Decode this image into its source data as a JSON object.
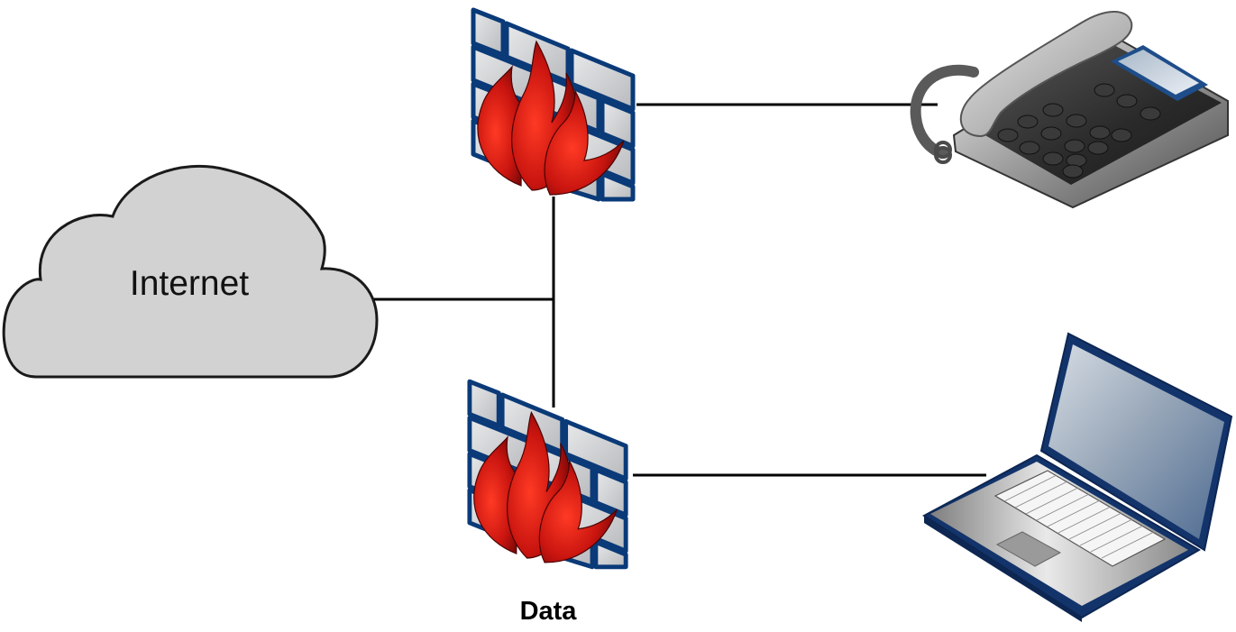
{
  "diagram": {
    "nodes": {
      "internet": {
        "label": "Internet",
        "icon": "cloud-icon"
      },
      "firewall_top": {
        "icon": "firewall-icon",
        "label": ""
      },
      "firewall_bottom": {
        "icon": "firewall-icon",
        "label": "Data"
      },
      "phone": {
        "icon": "phone-icon"
      },
      "laptop": {
        "icon": "laptop-icon"
      }
    },
    "connections": [
      {
        "from": "internet",
        "to": "firewall_top"
      },
      {
        "from": "internet",
        "to": "firewall_bottom"
      },
      {
        "from": "firewall_top",
        "to": "phone"
      },
      {
        "from": "firewall_bottom",
        "to": "laptop"
      }
    ],
    "colors": {
      "cloud_fill": "#d2d2d2",
      "line": "#000000",
      "brick_face": "#cfd0d2",
      "mortar": "#0a3a78",
      "flame": "#c8140f",
      "laptop_frame": "#13346b",
      "screen": "#5e7a9c"
    }
  }
}
